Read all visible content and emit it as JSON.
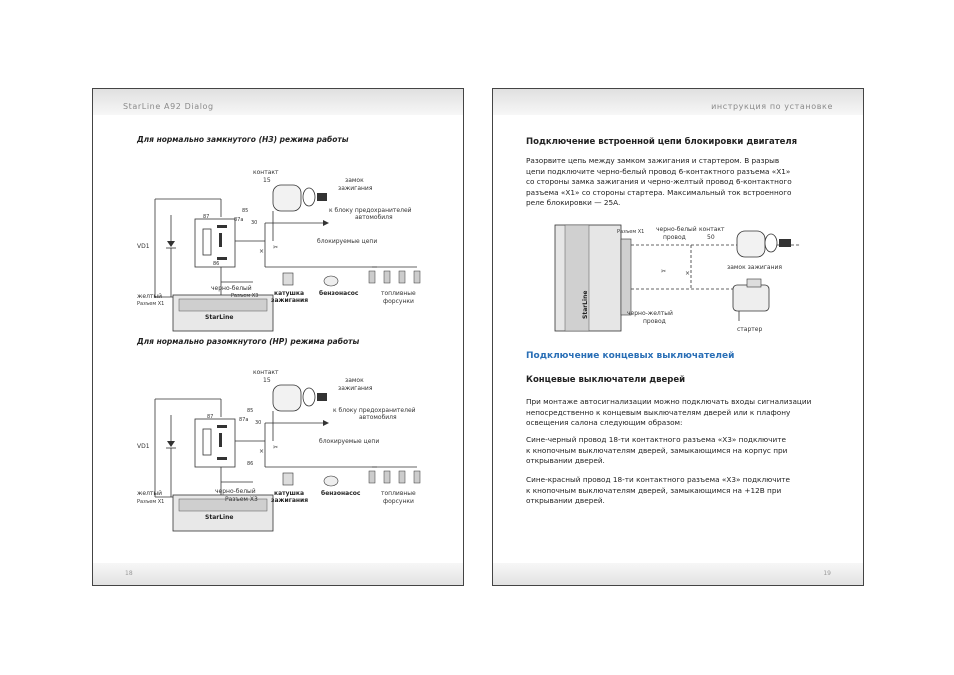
{
  "left_page": {
    "header": "StarLine A92 Dialog",
    "page_number": "18",
    "nc_caption": "Для нормально замкнутого (НЗ) режима работы",
    "no_caption": "Для нормально разомкнутого (НР) режима работы",
    "labels": {
      "contact": "контакт",
      "contact_num": "15",
      "lock1": "замок",
      "lock2": "зажигания",
      "fuse1": "к блоку предохранителей",
      "fuse2": "автомобиля",
      "blocked": "блокируемые цепи",
      "r85": "85",
      "r87": "87",
      "r87a": "87a",
      "r30": "30",
      "r86": "86",
      "vd1": "VD1",
      "bw": "черно-белый",
      "x3": "Разъем Х3",
      "yellow": "желтый",
      "x1": "Разъем Х1",
      "coil1": "катушка",
      "coil2": "зажигания",
      "pump": "бензонасос",
      "inj1": "топливные",
      "inj2": "форсунки",
      "brand": "StarLine"
    }
  },
  "right_page": {
    "header": "инструкция по установке",
    "page_number": "19",
    "heading_block": "Подключение встроенной цепи блокировки двигателя",
    "block_text_lines": [
      "Разорвите цепь между замком зажигания и стартером. В разрыв",
      "цепи подключите черно-белый провод 6-контактного разъема «X1»",
      "со стороны замка зажигания и черно-желтый провод 6-контактного",
      "разъема «X1» со стороны стартера. Максимальный ток встроенного",
      "реле блокировки — 25A."
    ],
    "diagram_labels": {
      "x1": "Разъем Х1",
      "bw1": "черно-белый",
      "bw2": "провод",
      "contact": "контакт",
      "contact_num": "50",
      "lock": "замок зажигания",
      "by1": "черно-желтый",
      "by2": "провод",
      "starter": "стартер",
      "brand": "StarLine"
    },
    "heading_limit": "Подключение концевых выключателей",
    "heading_doors": "Концевые выключатели дверей",
    "doors_intro_lines": [
      "При монтаже автосигнализации можно подключать входы сигнализации",
      "непосредственно к концевым выключателям дверей или к плафону",
      "освещения салона следующим образом:"
    ],
    "black_lines": [
      "Сине-черный провод 18-ти контактного разъема «X3» подключите",
      "к кнопочным выключателям дверей, замыкающимся на корпус при",
      "открывании дверей."
    ],
    "red_lines": [
      "Сине-красный провод 18-ти контактного разъема «X3» подключите",
      "к кнопочным выключателям дверей, замыкающимся на +12В при",
      "открывании дверей."
    ]
  }
}
